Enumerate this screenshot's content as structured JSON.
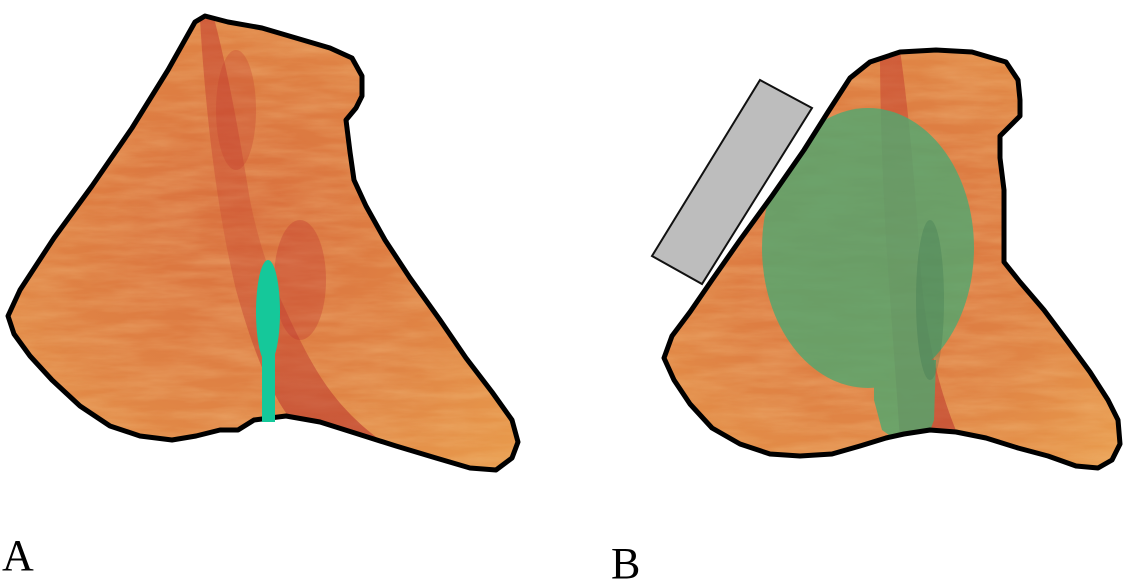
{
  "panels": {
    "a": {
      "label": "A"
    },
    "b": {
      "label": "B"
    }
  },
  "colors": {
    "tissue_base": "#e08545",
    "tissue_dark": "#c23a2e",
    "tissue_light": "#f0a84a",
    "outline": "#000000",
    "marker_a": "#15c89a",
    "region_b": "#4fa870",
    "probe_fill": "#bdbdbd",
    "probe_stroke": "#111111",
    "background": "#ffffff"
  },
  "icons": {
    "probe": "rectangle-probe"
  }
}
